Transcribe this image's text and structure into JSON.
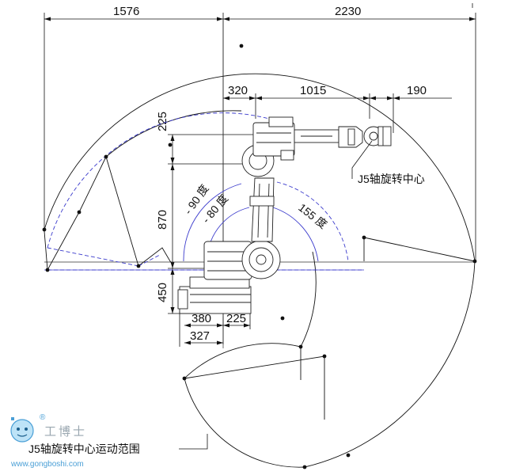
{
  "dimensions": {
    "top_left": "1576",
    "top_right": "2230",
    "d320": "320",
    "d1015": "1015",
    "d190": "190",
    "v225": "225",
    "v870": "870",
    "v450": "450",
    "b380": "380",
    "b225": "225",
    "b327": "327"
  },
  "angles": {
    "a_minus90": "- 90 度",
    "a_minus80": "- 80 度",
    "a_155": "155 度"
  },
  "labels": {
    "j5_center": "J5轴旋转中心",
    "j5_range": "J5轴旋转中心运动范围"
  },
  "watermark": {
    "brand_cn": "工博士",
    "url": "www.gongboshi.com",
    "reg": "®"
  },
  "colors": {
    "line": "#111111",
    "blue_outline": "#3a3acc",
    "watermark_blue": "#4a9fd6"
  }
}
